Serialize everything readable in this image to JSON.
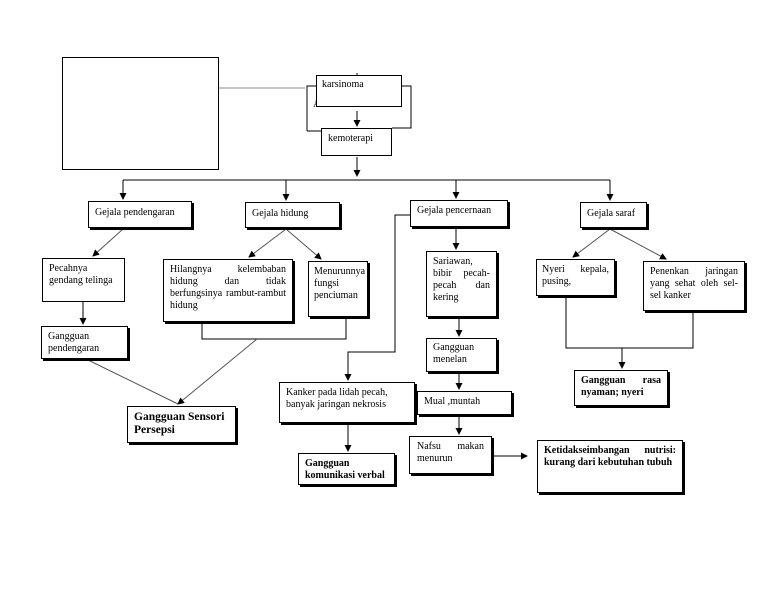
{
  "nodes": {
    "karsinoma": "karsinoma",
    "abnormal": "Abnormal",
    "kemoterapi": "kemoterapi",
    "gejala_pendengaran": "Gejala pendengaran",
    "gejala_hidung": "Gejala hidung",
    "gejala_pencernaan": "Gejala pencernaan",
    "gejala_saraf": "Gejala saraf",
    "pecahnya_gendang": "Pecahnya gendang telinga",
    "gangguan_pendengaran": "Gangguan pendengaran",
    "hilangnya_kelembaban": "Hilangnya kelembaban hidung dan tidak berfungsinya rambut-rambut hidung",
    "menurunnya_fungsi": "Menurunnya fungsi penciuman",
    "sariawan": "Sariawan, bibir pecah-pecah dan kering",
    "gangguan_menelan": "Gangguan menelan",
    "mual_muntah": "Mual ,muntah",
    "nafsu_makan": "Nafsu makan menurun",
    "kanker_lidah": "Kanker pada lidah pecah, banyak jaringan nekrosis",
    "gangguan_komunikasi": "Gangguan komunikasi verbal",
    "nyeri_kepala": "Nyeri kepala, pusing,",
    "penekanan_jaringan": "Penenkan jaringan yang sehat oleh sel-sel kanker",
    "gangguan_sensori": "Gangguan Sensori Persepsi",
    "gangguan_rasa_nyaman": "Gangguan rasa nyaman; nyeri",
    "ketidakseimbangan_nutrisi": "Ketidakseimbangan nutrisi: kurang dari kebutuhan tubuh"
  }
}
